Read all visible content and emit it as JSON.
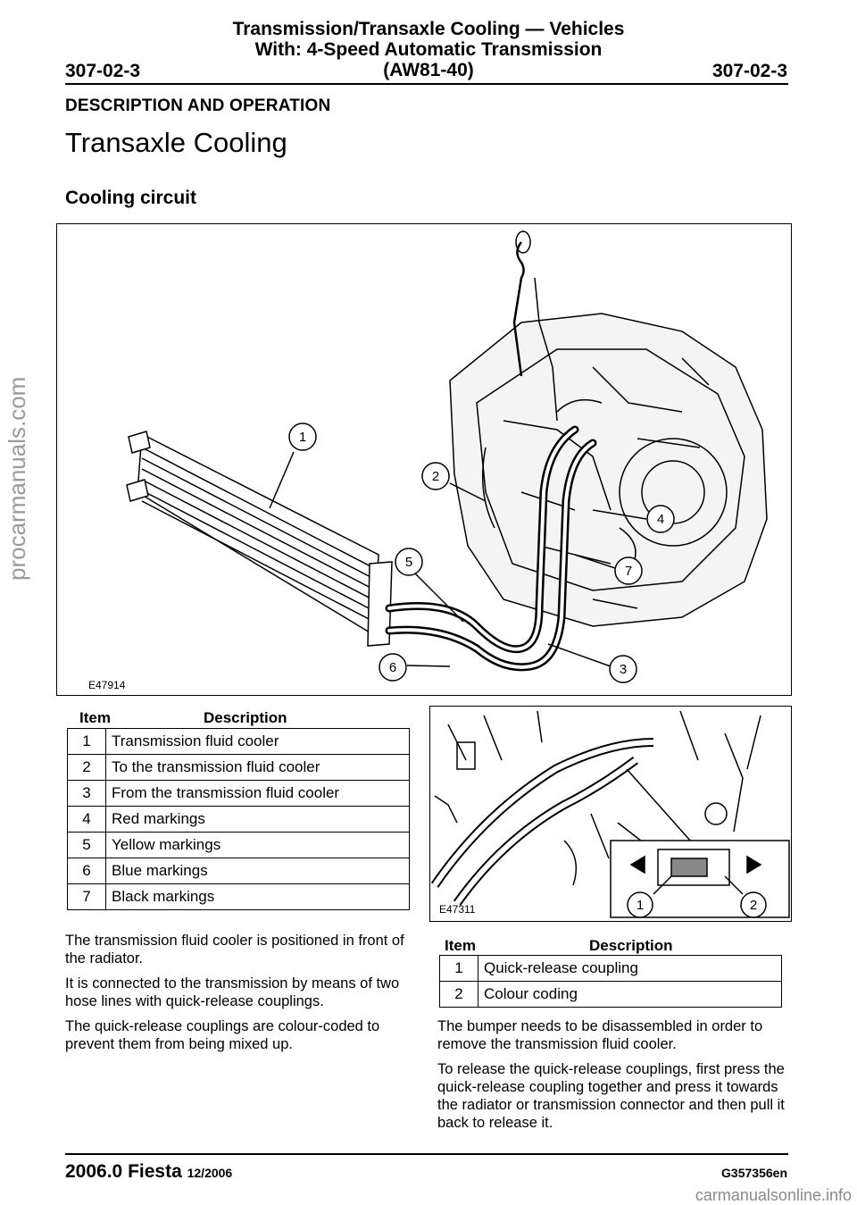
{
  "header": {
    "line1": "Transmission/Transaxle Cooling — Vehicles",
    "line2": "With: 4-Speed Automatic Transmission",
    "line3": "(AW81-40)",
    "page_left": "307-02-3",
    "page_right": "307-02-3"
  },
  "section_title": "DESCRIPTION AND OPERATION",
  "page_title": "Transaxle Cooling",
  "subtitle": "Cooling circuit",
  "figure1": {
    "code": "E47914",
    "callouts": [
      "1",
      "2",
      "3",
      "4",
      "5",
      "6",
      "7"
    ]
  },
  "table1": {
    "col_item": "Item",
    "col_description": "Description",
    "rows": [
      {
        "item": "1",
        "description": "Transmission fluid cooler"
      },
      {
        "item": "2",
        "description": "To the transmission fluid cooler"
      },
      {
        "item": "3",
        "description": "From the transmission fluid cooler"
      },
      {
        "item": "4",
        "description": "Red markings"
      },
      {
        "item": "5",
        "description": "Yellow markings"
      },
      {
        "item": "6",
        "description": "Blue markings"
      },
      {
        "item": "7",
        "description": "Black markings"
      }
    ]
  },
  "figure2": {
    "code": "E47311",
    "callouts": [
      "1",
      "2"
    ]
  },
  "table2": {
    "col_item": "Item",
    "col_description": "Description",
    "rows": [
      {
        "item": "1",
        "description": "Quick-release coupling"
      },
      {
        "item": "2",
        "description": "Colour coding"
      }
    ]
  },
  "left_paragraphs": [
    "The transmission fluid cooler is positioned in front of the radiator.",
    "It is connected to the transmission by means of two hose lines with quick-release couplings.",
    "The quick-release couplings are colour-coded to prevent them from being mixed up."
  ],
  "right_paragraphs": [
    "The bumper needs to be disassembled in order to remove the transmission fluid cooler.",
    "To release the quick-release couplings, first press the quick-release coupling together and press it towards the radiator or transmission connector and then pull it back to release it."
  ],
  "footer": {
    "model": "2006.0 Fiesta",
    "date": "12/2006",
    "doc_code": "G357356en"
  },
  "side_watermark": "procarmanuals.com",
  "bottom_watermark": "carmanualsonline.info"
}
